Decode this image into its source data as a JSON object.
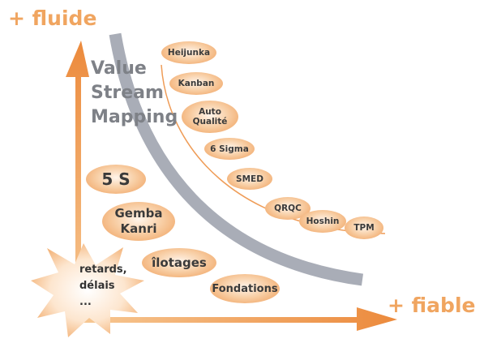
{
  "axes": {
    "y_label": "+ fluide",
    "x_label": "+ fiable"
  },
  "vsm": {
    "line1": "Value",
    "line2": "Stream",
    "line3": "Mapping"
  },
  "tools": {
    "heijunka": "Heijunka",
    "kanban": "Kanban",
    "auto_line1": "Auto",
    "auto_line2": "Qualité",
    "six_sigma": "6 Sigma",
    "smed": "SMED",
    "qrqc": "QRQC",
    "hoshin": "Hoshin",
    "tpm": "TPM"
  },
  "basics": {
    "five_s": "5 S",
    "gemba_line1": "Gemba",
    "gemba_line2": "Kanri",
    "ilotages": "îlotages",
    "fondations": "Fondations"
  },
  "burst": {
    "line1": "retards,",
    "line2": "délais",
    "line3": "..."
  },
  "colors": {
    "accent_orange": "#f0a560",
    "grey_band": "#a9adb7",
    "pill_edge": "#ef9c57"
  }
}
